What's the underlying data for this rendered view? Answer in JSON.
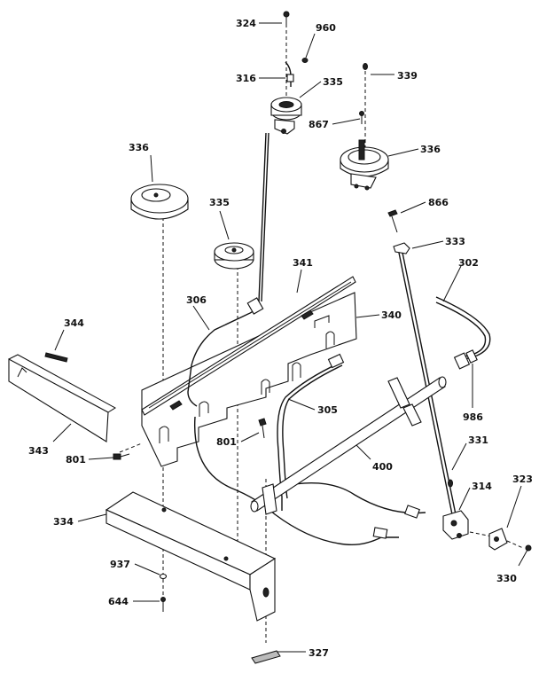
{
  "labels": {
    "p324": "324",
    "p960": "960",
    "p316": "316",
    "p335a": "335",
    "p339": "339",
    "p867": "867",
    "p336a": "336",
    "p336b": "336",
    "p335b": "335",
    "p866": "866",
    "p333": "333",
    "p302": "302",
    "p341": "341",
    "p306": "306",
    "p340": "340",
    "p344": "344",
    "p305": "305",
    "p986": "986",
    "p343": "343",
    "p801a": "801",
    "p801b": "801",
    "p400": "400",
    "p331": "331",
    "p314": "314",
    "p323": "323",
    "p334": "334",
    "p937": "937",
    "p330": "330",
    "p644": "644",
    "p327": "327"
  }
}
